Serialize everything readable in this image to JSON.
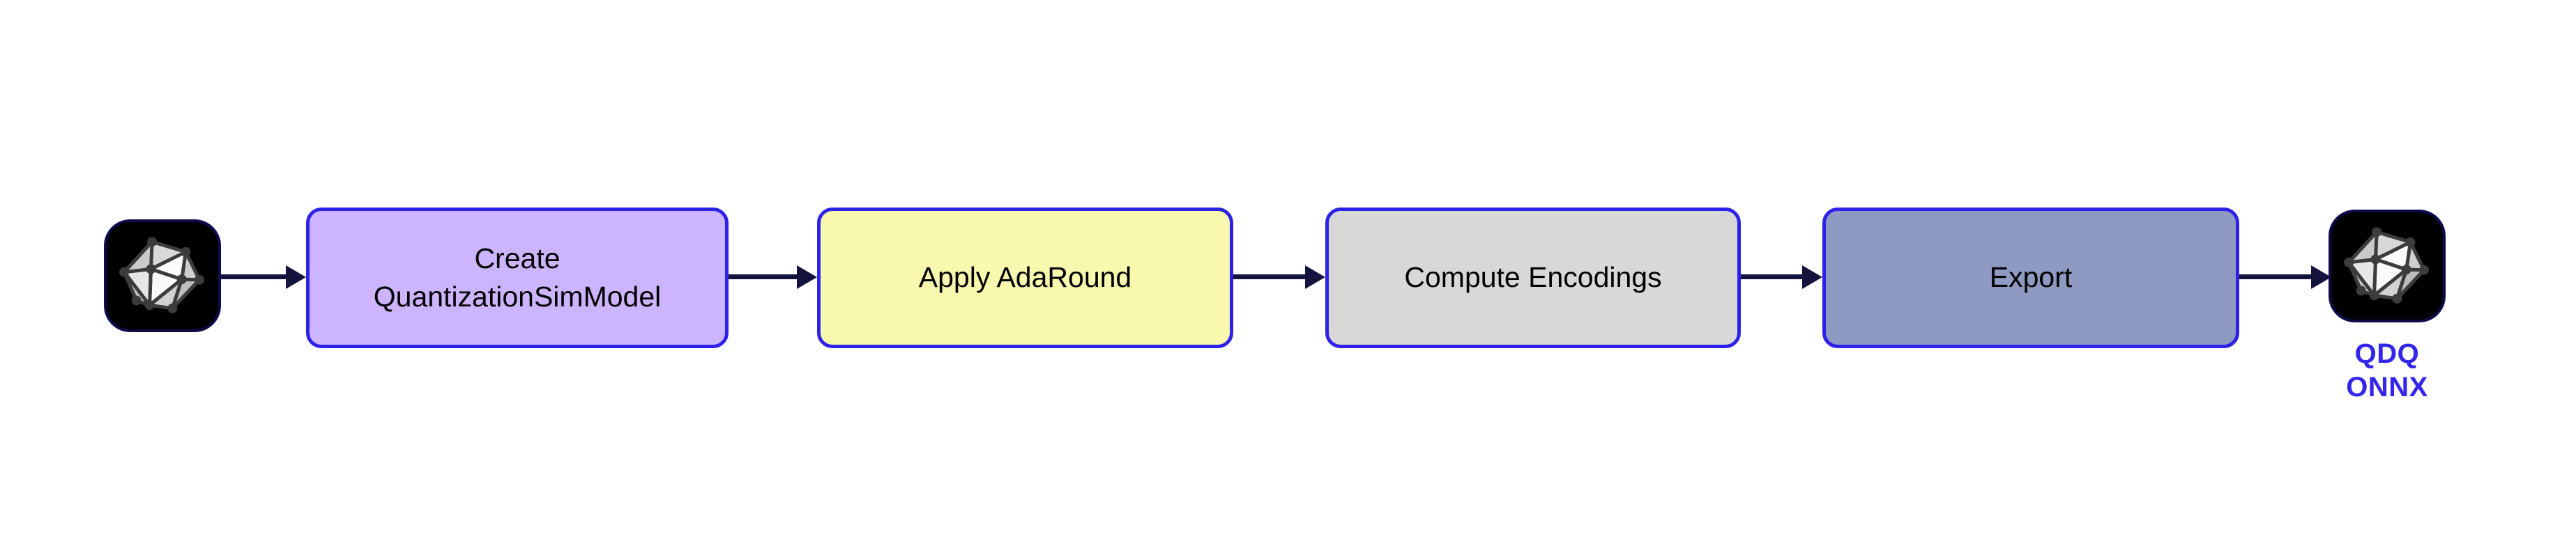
{
  "diagram": {
    "title": "AIMET ONNX AdaRound quantization workflow",
    "background_color": "#ffffff",
    "arrow_color": "#14133d",
    "box_border_color": "#2e22e8",
    "input": {
      "icon": "onnx-logo-icon",
      "caption": ""
    },
    "stages": [
      {
        "id": "create-quantizationsimmodel",
        "label": "Create\nQuantizationSimModel",
        "fill_color": "#cdb4fe"
      },
      {
        "id": "apply-adaround",
        "label": "Apply AdaRound",
        "fill_color": "#f9f8af"
      },
      {
        "id": "compute-encodings",
        "label": "Compute Encodings",
        "fill_color": "#d8d8d8"
      },
      {
        "id": "export",
        "label": "Export",
        "fill_color": "#8e9ac2"
      }
    ],
    "output": {
      "icon": "onnx-logo-icon",
      "caption": "QDQ\nONNX",
      "caption_color": "#3326e8"
    }
  }
}
